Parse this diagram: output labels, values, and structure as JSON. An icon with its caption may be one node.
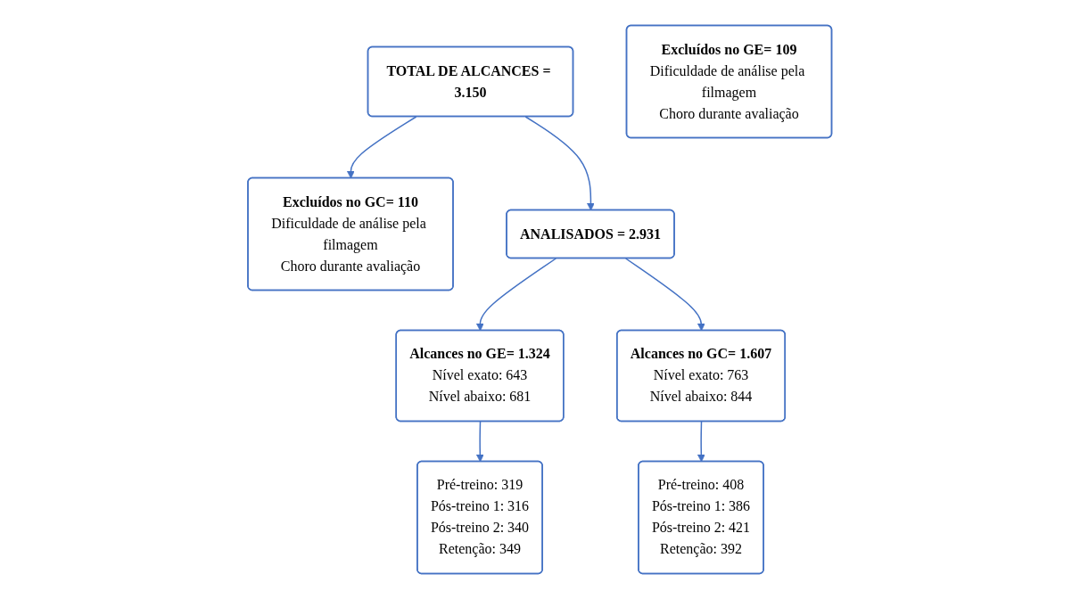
{
  "diagram": {
    "nodes": [
      {
        "text": [
          "TOTAL DE ALCANCES = 3.150"
        ]
      },
      {
        "text": [
          "Excluídos no GE= 109",
          "Dificuldade de análise pela filmagem",
          "Choro durante avaliação"
        ]
      },
      {
        "text": [
          "Excluídos no GC= 110",
          "Dificuldade de análise pela filmagem",
          "Choro durante avaliação"
        ]
      },
      {
        "text": [
          "ANALISADOS = 2.931"
        ]
      },
      {
        "text": [
          "Alcances no GE= 1.324",
          "Nível exato: 643",
          "Nível abaixo: 681"
        ]
      },
      {
        "text": [
          "Alcances no GC= 1.607",
          "Nível exato: 763",
          "Nível abaixo: 844"
        ]
      },
      {
        "text": [
          "Pré-treino: 319",
          "Pós-treino 1: 316",
          "Pós-treino 2: 340",
          "Retenção: 349"
        ]
      },
      {
        "text": [
          "Pré-treino: 408",
          "Pós-treino 1: 386",
          "Pós-treino 2: 421",
          "Retenção: 392"
        ]
      }
    ],
    "edges": [
      {
        "from": 0,
        "to": 3,
        "arrow": "to"
      },
      {
        "from": 0,
        "to": 2,
        "arrow": "to"
      },
      {
        "from": 3,
        "to": 4,
        "arrow": "to"
      },
      {
        "from": 3,
        "to": 5,
        "arrow": "to"
      },
      {
        "from": 4,
        "to": 6,
        "arrow": "to"
      },
      {
        "from": 5,
        "to": 7,
        "arrow": "to"
      }
    ]
  }
}
